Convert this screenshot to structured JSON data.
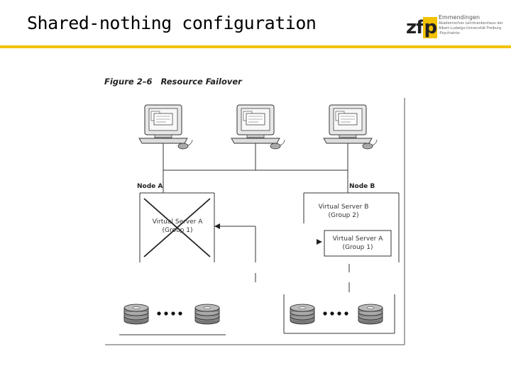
{
  "slide": {
    "title": "Shared-nothing configuration"
  },
  "logo": {
    "mark_z": "zf",
    "mark_p": "p",
    "name": "Emmendingen",
    "line1": "Akademisches Lehrkrankenhaus der",
    "line2": "Albert-Ludwigs-Universität Freiburg",
    "line3": "-Psychiatrie-"
  },
  "figure": {
    "number": "Figure 2–6",
    "title": "Resource Failover",
    "node_a": "Node A",
    "node_b": "Node B",
    "vs_a_failed": {
      "line1": "Virtual Server A",
      "line2": "(Group 1)"
    },
    "vs_b": {
      "line1": "Virtual Server B",
      "line2": "(Group 2)"
    },
    "vs_a_moved": {
      "line1": "Virtual Server A",
      "line2": "(Group 1)"
    },
    "colors": {
      "line": "#333333",
      "failed_cross": "#222222",
      "accent": "#f2c200"
    }
  }
}
